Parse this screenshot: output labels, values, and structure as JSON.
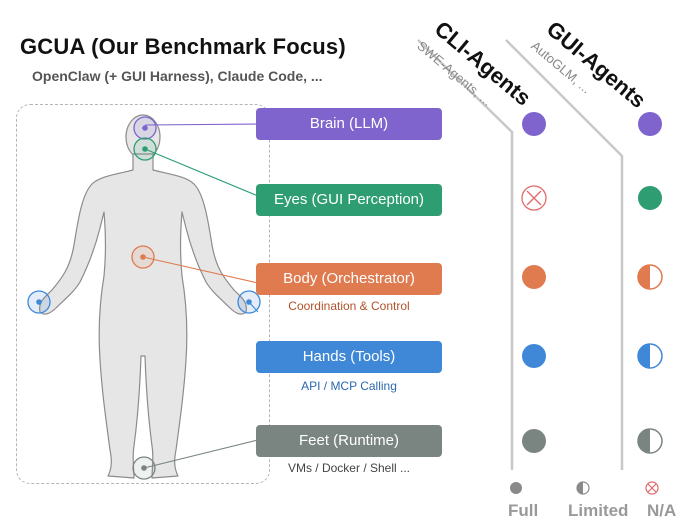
{
  "title": "GCUA (Our Benchmark Focus)",
  "subtitle": "OpenClaw (+ GUI Harness), Claude Code, ...",
  "columns": [
    {
      "name": "CLI-Agents",
      "examples": "SWE-Agents, ..."
    },
    {
      "name": "GUI-Agents",
      "examples": "AutoGLM, ..."
    }
  ],
  "components": [
    {
      "label": "Brain (LLM)",
      "sublabel": "",
      "color": "#7e64cc",
      "cli": "full",
      "gui": "full"
    },
    {
      "label": "Eyes (GUI Perception)",
      "sublabel": "",
      "color": "#2e9e72",
      "cli": "na",
      "gui": "full"
    },
    {
      "label": "Body (Orchestrator)",
      "sublabel": "Coordination & Control",
      "color": "#e07a4f",
      "cli": "full",
      "gui": "limited"
    },
    {
      "label": "Hands (Tools)",
      "sublabel": "API / MCP Calling",
      "color": "#3f88d8",
      "cli": "full",
      "gui": "limited"
    },
    {
      "label": "Feet (Runtime)",
      "sublabel": "VMs / Docker / Shell ...",
      "color": "#7a8581",
      "cli": "full",
      "gui": "limited"
    }
  ],
  "legend": [
    {
      "label": "Full",
      "type": "full"
    },
    {
      "label": "Limited",
      "type": "limited"
    },
    {
      "label": "N/A",
      "type": "na"
    }
  ],
  "colors": {
    "na": "#e06b6b",
    "legend_gray": "#8a8a8a",
    "sublabel_body": "#b0532a",
    "sublabel_hands": "#2b68b0",
    "sublabel_feet": "#444444"
  }
}
